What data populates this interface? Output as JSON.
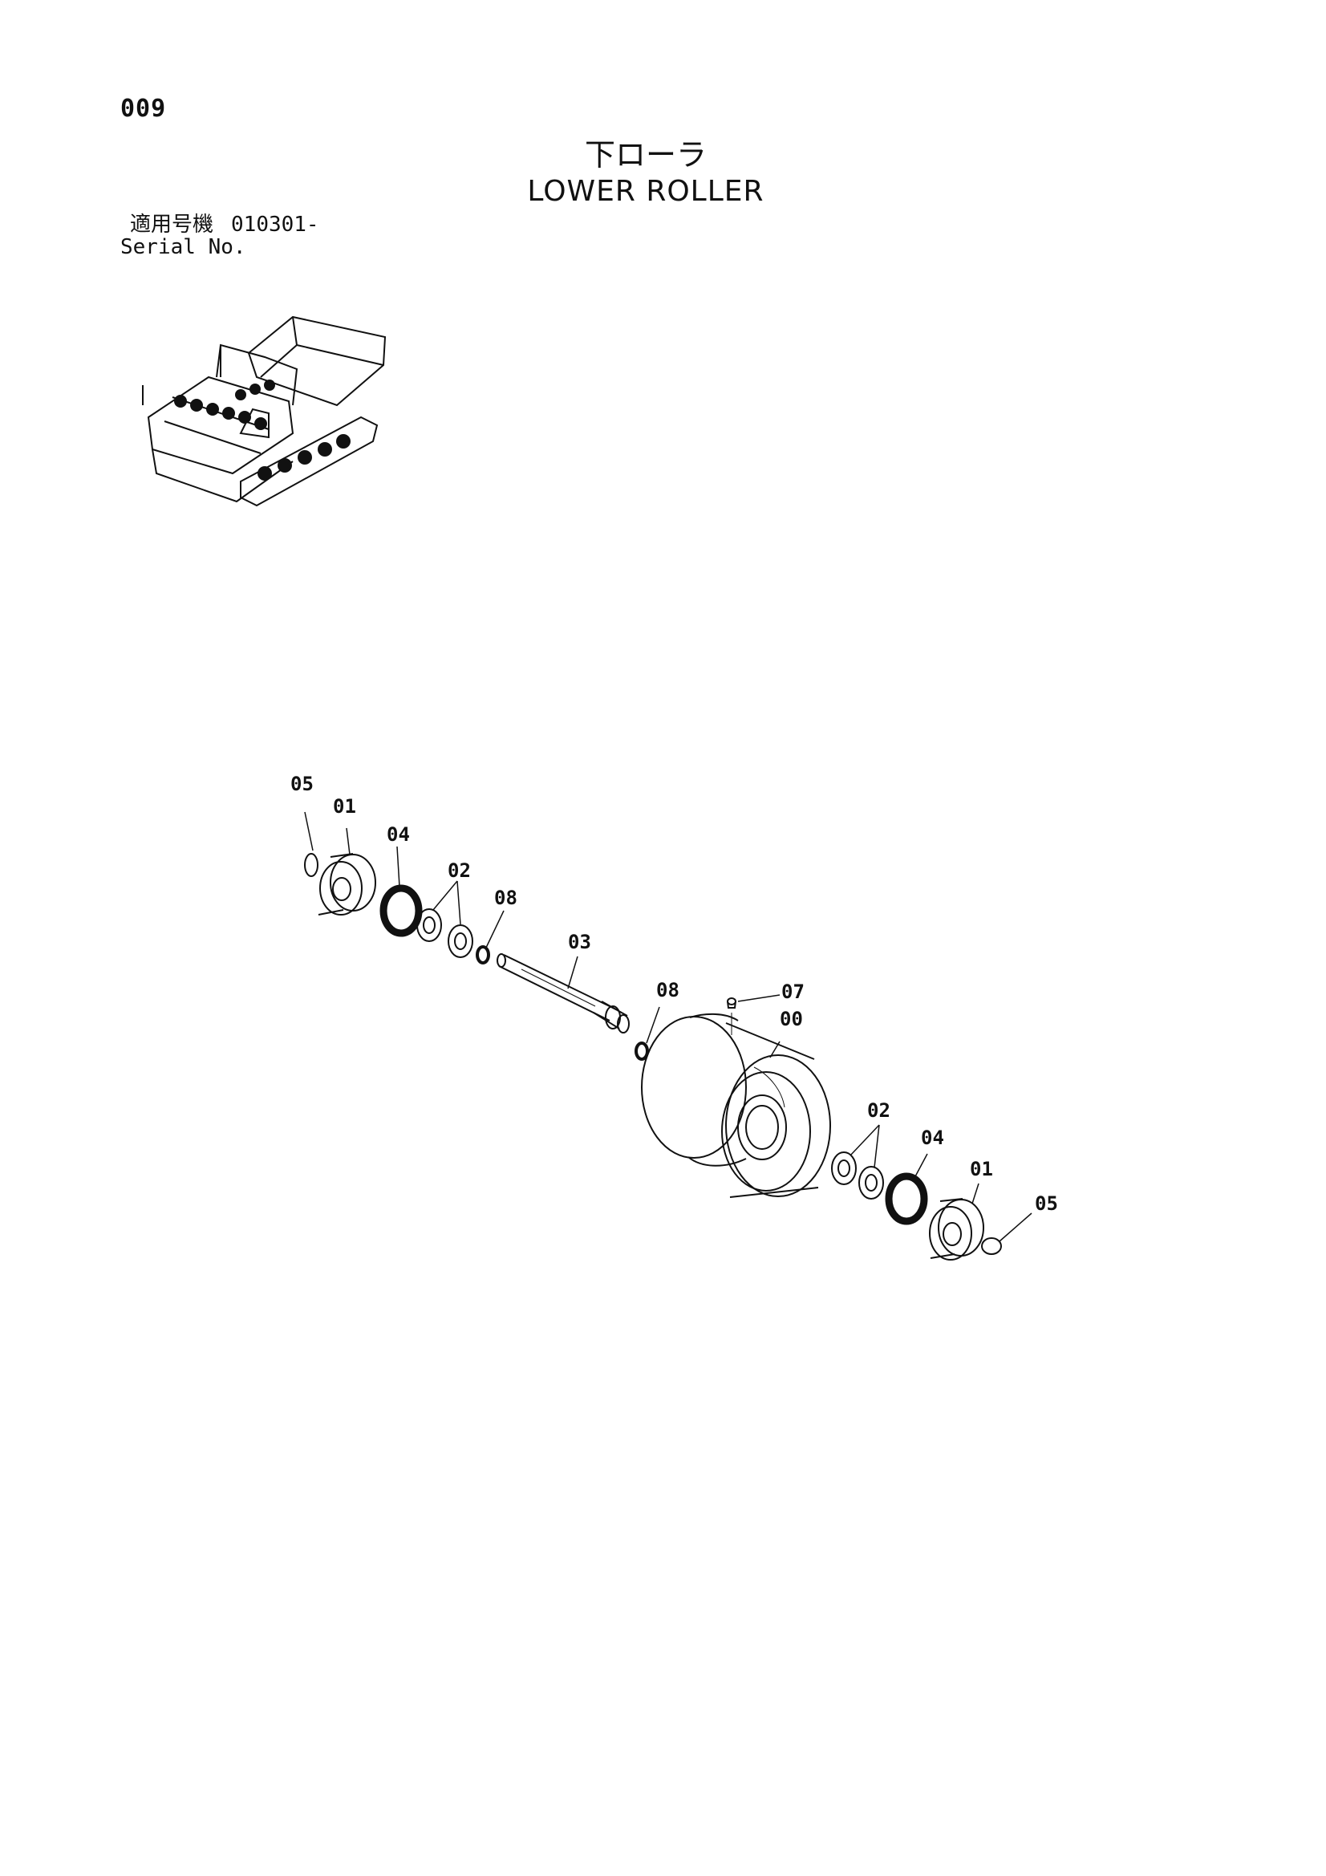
{
  "page": {
    "number": "009"
  },
  "title": {
    "japanese": "下ローラ",
    "english": "LOWER ROLLER"
  },
  "serial": {
    "label_japanese": "適用号機",
    "value": "010301-",
    "label_english": "Serial No."
  },
  "callouts": {
    "c05_left": "05",
    "c01_left": "01",
    "c04_left": "04",
    "c02_left": "02",
    "c08_left": "08",
    "c03": "03",
    "c08_right": "08",
    "c07": "07",
    "c00": "00",
    "c02_right": "02",
    "c04_right": "04",
    "c01_right": "01",
    "c05_right": "05"
  }
}
